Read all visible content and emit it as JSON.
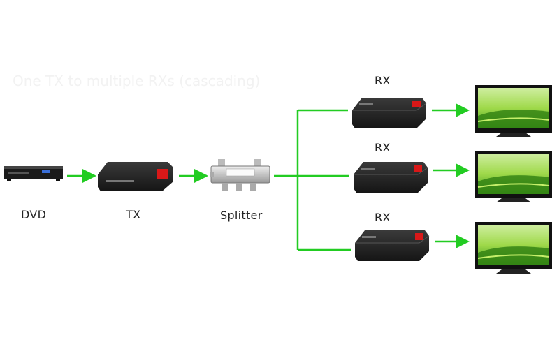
{
  "diagram": {
    "watermark": "One TX to multiple RXs (cascading)",
    "labels": {
      "dvd": "DVD",
      "tx": "TX",
      "splitter": "Splitter",
      "rx1": "RX",
      "rx2": "RX",
      "rx3": "RX"
    },
    "colors": {
      "link": "#22cc22",
      "device": "#1c1c1c",
      "led": "#d91818",
      "screen_sky": "#9fd94a",
      "screen_field": "#3f9a1c"
    },
    "icons": [
      "dvd-player-icon",
      "tx-box-icon",
      "splitter-icon",
      "rx-box-icon",
      "tv-icon"
    ]
  }
}
